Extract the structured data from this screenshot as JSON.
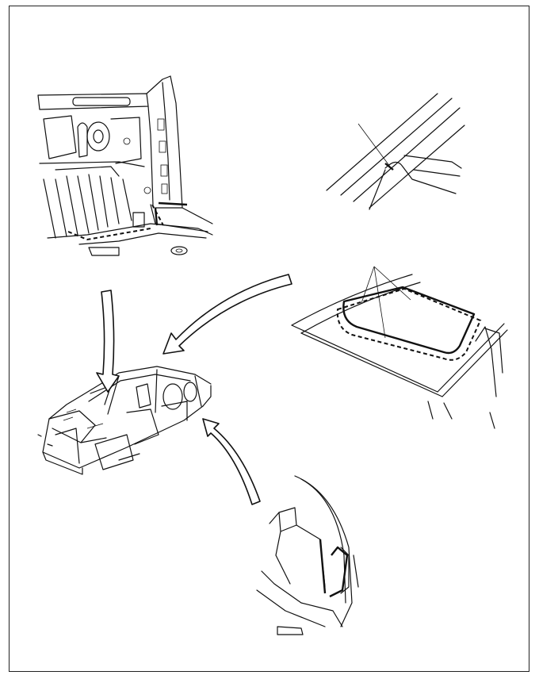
{
  "illustration": {
    "background": "#ffffff",
    "line_color": "#111111",
    "views": [
      "floor-panel-view",
      "roof-rail-view",
      "sunroof-opening-view",
      "car-body-shell",
      "rear-quarter-view"
    ],
    "arrow_count": 3
  }
}
